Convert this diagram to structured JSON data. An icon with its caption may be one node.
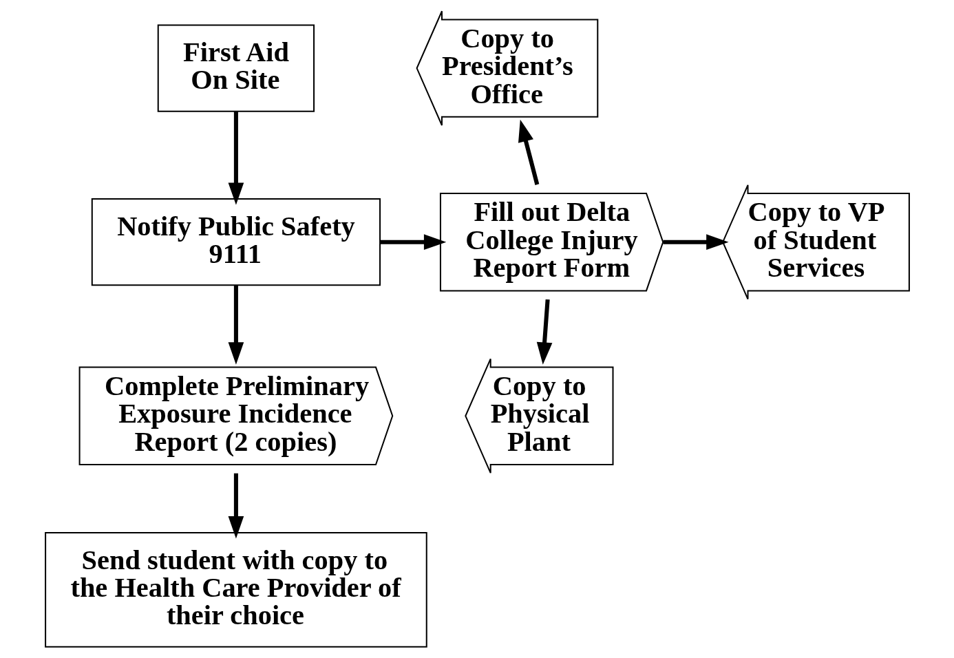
{
  "diagram": {
    "nodes": [
      {
        "text": [
          "First Aid On Site"
        ]
      },
      {
        "text": [
          "Notify Public Safety 9111"
        ]
      },
      {
        "text": [
          "Fill out Delta College Injury Report Form"
        ]
      },
      {
        "text": [
          "Complete Preliminary Exposure Incidence Report (2 copies)"
        ]
      },
      {
        "text": [
          "Send student with copy to the Health Care Provider of their choice"
        ]
      },
      {
        "text": [
          "Copy to President’s Office"
        ]
      },
      {
        "text": [
          "Copy to VP of Student Services"
        ]
      },
      {
        "text": [
          "Copy to Physical Plant"
        ]
      }
    ],
    "edges": [
      {
        "from": 0,
        "to": 1,
        "arrow": "to"
      },
      {
        "from": 1,
        "to": 2,
        "arrow": "to"
      },
      {
        "from": 1,
        "to": 3,
        "arrow": "to"
      },
      {
        "from": 3,
        "to": 4,
        "arrow": "to"
      },
      {
        "from": 2,
        "to": 5,
        "arrow": "to"
      },
      {
        "from": 2,
        "to": 6,
        "arrow": "to"
      },
      {
        "from": 2,
        "to": 7,
        "arrow": "to"
      }
    ]
  }
}
